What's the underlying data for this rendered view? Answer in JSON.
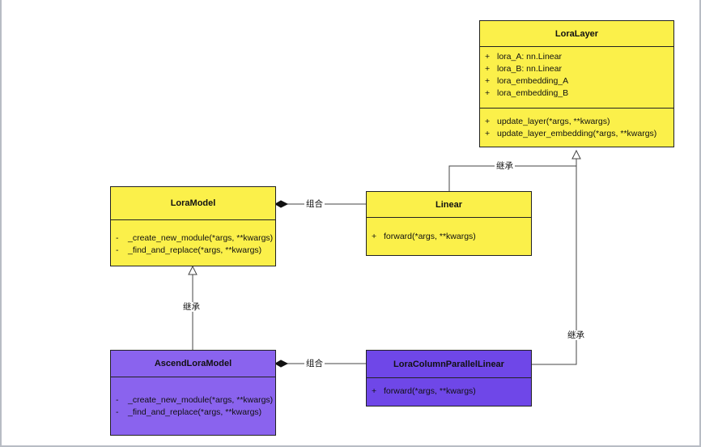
{
  "classes": {
    "lora_layer": {
      "name": "LoraLayer",
      "attributes": [
        {
          "vis": "+",
          "text": "lora_A: nn.Linear"
        },
        {
          "vis": "+",
          "text": "lora_B: nn.Linear"
        },
        {
          "vis": "+",
          "text": "lora_embedding_A"
        },
        {
          "vis": "+",
          "text": "lora_embedding_B"
        }
      ],
      "methods": [
        {
          "vis": "+",
          "text": "update_layer(*args, **kwargs)"
        },
        {
          "vis": "+",
          "text": "update_layer_embedding(*args, **kwargs)"
        }
      ]
    },
    "lora_model": {
      "name": "LoraModel",
      "methods": [
        {
          "vis": "-",
          "text": "_create_new_module(*args, **kwargs)"
        },
        {
          "vis": "-",
          "text": "_find_and_replace(*args, **kwargs)"
        }
      ]
    },
    "linear": {
      "name": "Linear",
      "methods": [
        {
          "vis": "+",
          "text": "forward(*args, **kwargs)"
        }
      ]
    },
    "ascend_lora_model": {
      "name": "AscendLoraModel",
      "methods": [
        {
          "vis": "-",
          "text": "_create_new_module(*args, **kwargs)"
        },
        {
          "vis": "-",
          "text": "_find_and_replace(*args, **kwargs)"
        }
      ]
    },
    "lora_column_parallel_linear": {
      "name": "LoraColumnParallelLinear",
      "methods": [
        {
          "vis": "+",
          "text": "forward(*args, **kwargs)"
        }
      ]
    }
  },
  "relations": {
    "linear_inherits_loralayer": "继承",
    "lora_model_composition": "组合",
    "ascend_inherits_loramodel": "继承",
    "column_inherits_loralayer": "继承",
    "ascend_composition": "组合"
  },
  "colors": {
    "yellow": "#fbf04a",
    "purple": "#8a63ee",
    "purple_dark": "#6f47e8"
  }
}
